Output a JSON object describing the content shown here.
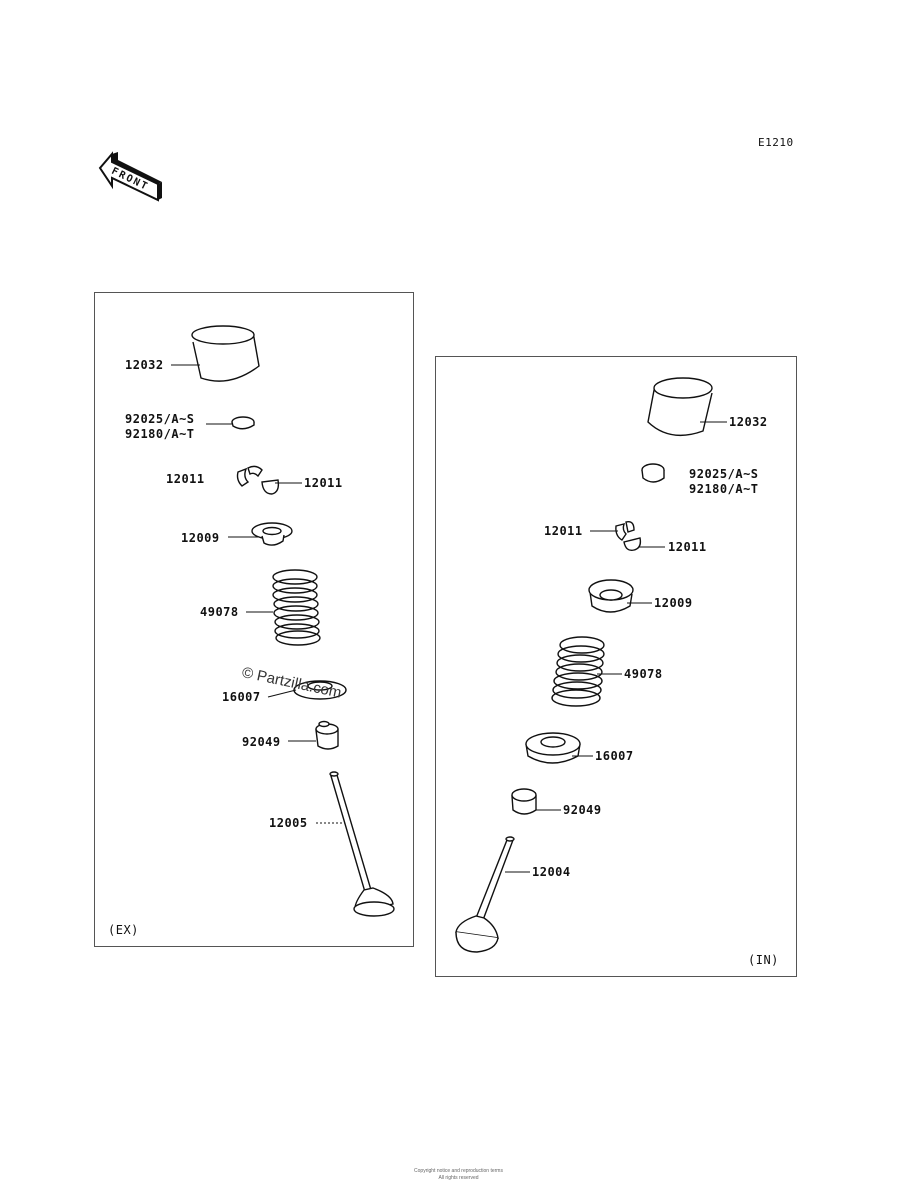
{
  "diagram_code": "E1210",
  "front_arrow_label": "FRONT",
  "watermark": "© Partzilla.com",
  "exhaust": {
    "panel_label": "(EX)",
    "parts": {
      "tappet": "12032",
      "shim_a": "92025/A~S",
      "shim_b": "92180/A~T",
      "cotter_left": "12011",
      "cotter_right": "12011",
      "retainer": "12009",
      "spring": "49078",
      "seat": "16007",
      "seal": "92049",
      "valve": "12005"
    }
  },
  "intake": {
    "panel_label": "(IN)",
    "parts": {
      "tappet": "12032",
      "shim_a": "92025/A~S",
      "shim_b": "92180/A~T",
      "cotter_left": "12011",
      "cotter_right": "12011",
      "retainer": "12009",
      "spring": "49078",
      "seat": "16007",
      "seal": "92049",
      "valve": "12004"
    }
  },
  "footer_lines": [
    "Copyright notice and reproduction terms",
    "All rights reserved"
  ]
}
